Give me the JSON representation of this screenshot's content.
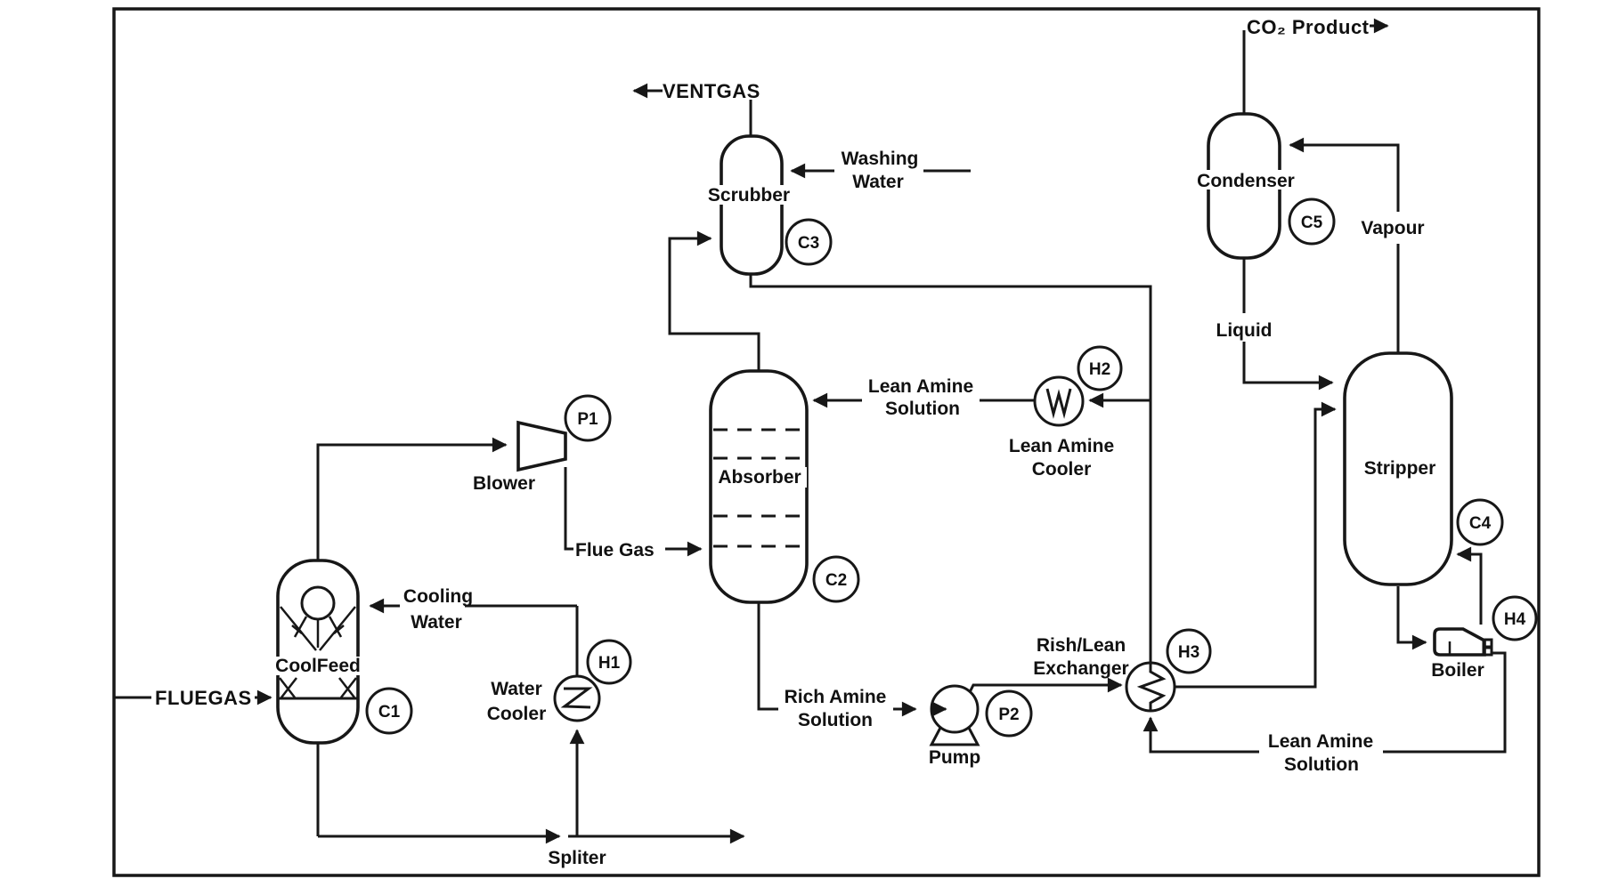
{
  "diagram": {
    "colors": {
      "line": "#171717",
      "background": "#ffffff"
    },
    "equipment": {
      "coolfeed": {
        "label": "CoolFeed",
        "tag": "C1"
      },
      "absorber": {
        "label": "Absorber",
        "tag": "C2"
      },
      "scrubber": {
        "label": "Scrubber",
        "tag": "C3"
      },
      "stripper": {
        "label": "Stripper",
        "tag": "C4"
      },
      "condenser": {
        "label": "Condenser",
        "tag": "C5"
      },
      "blower": {
        "label": "Blower",
        "tag": "P1"
      },
      "pump": {
        "label": "Pump",
        "tag": "P2"
      },
      "water_cooler": {
        "label_line1": "Water",
        "label_line2": "Cooler",
        "tag": "H1"
      },
      "lean_amine_cooler": {
        "label_line1": "Lean Amine",
        "label_line2": "Cooler",
        "tag": "H2"
      },
      "rich_lean_exchanger": {
        "label_line1": "Rish/Lean",
        "label_line2": "Exchanger",
        "tag": "H3"
      },
      "boiler": {
        "label": "Boiler",
        "tag": "H4"
      },
      "splitter": {
        "label": "Spliter"
      }
    },
    "streams": {
      "ventgas": "VENTGAS",
      "fluegas": "FLUEGAS",
      "co2_product": "CO₂ Product",
      "vapour": "Vapour",
      "liquid": "Liquid",
      "flue_gas": "Flue Gas",
      "washing_water_line1": "Washing",
      "washing_water_line2": "Water",
      "cooling_water_line1": "Cooling",
      "cooling_water_line2": "Water",
      "lean_amine_top_line1": "Lean Amine",
      "lean_amine_top_line2": "Solution",
      "rich_amine_line1": "Rich Amine",
      "rich_amine_line2": "Solution",
      "lean_amine_bottom_line1": "Lean Amine",
      "lean_amine_bottom_line2": "Solution"
    }
  }
}
